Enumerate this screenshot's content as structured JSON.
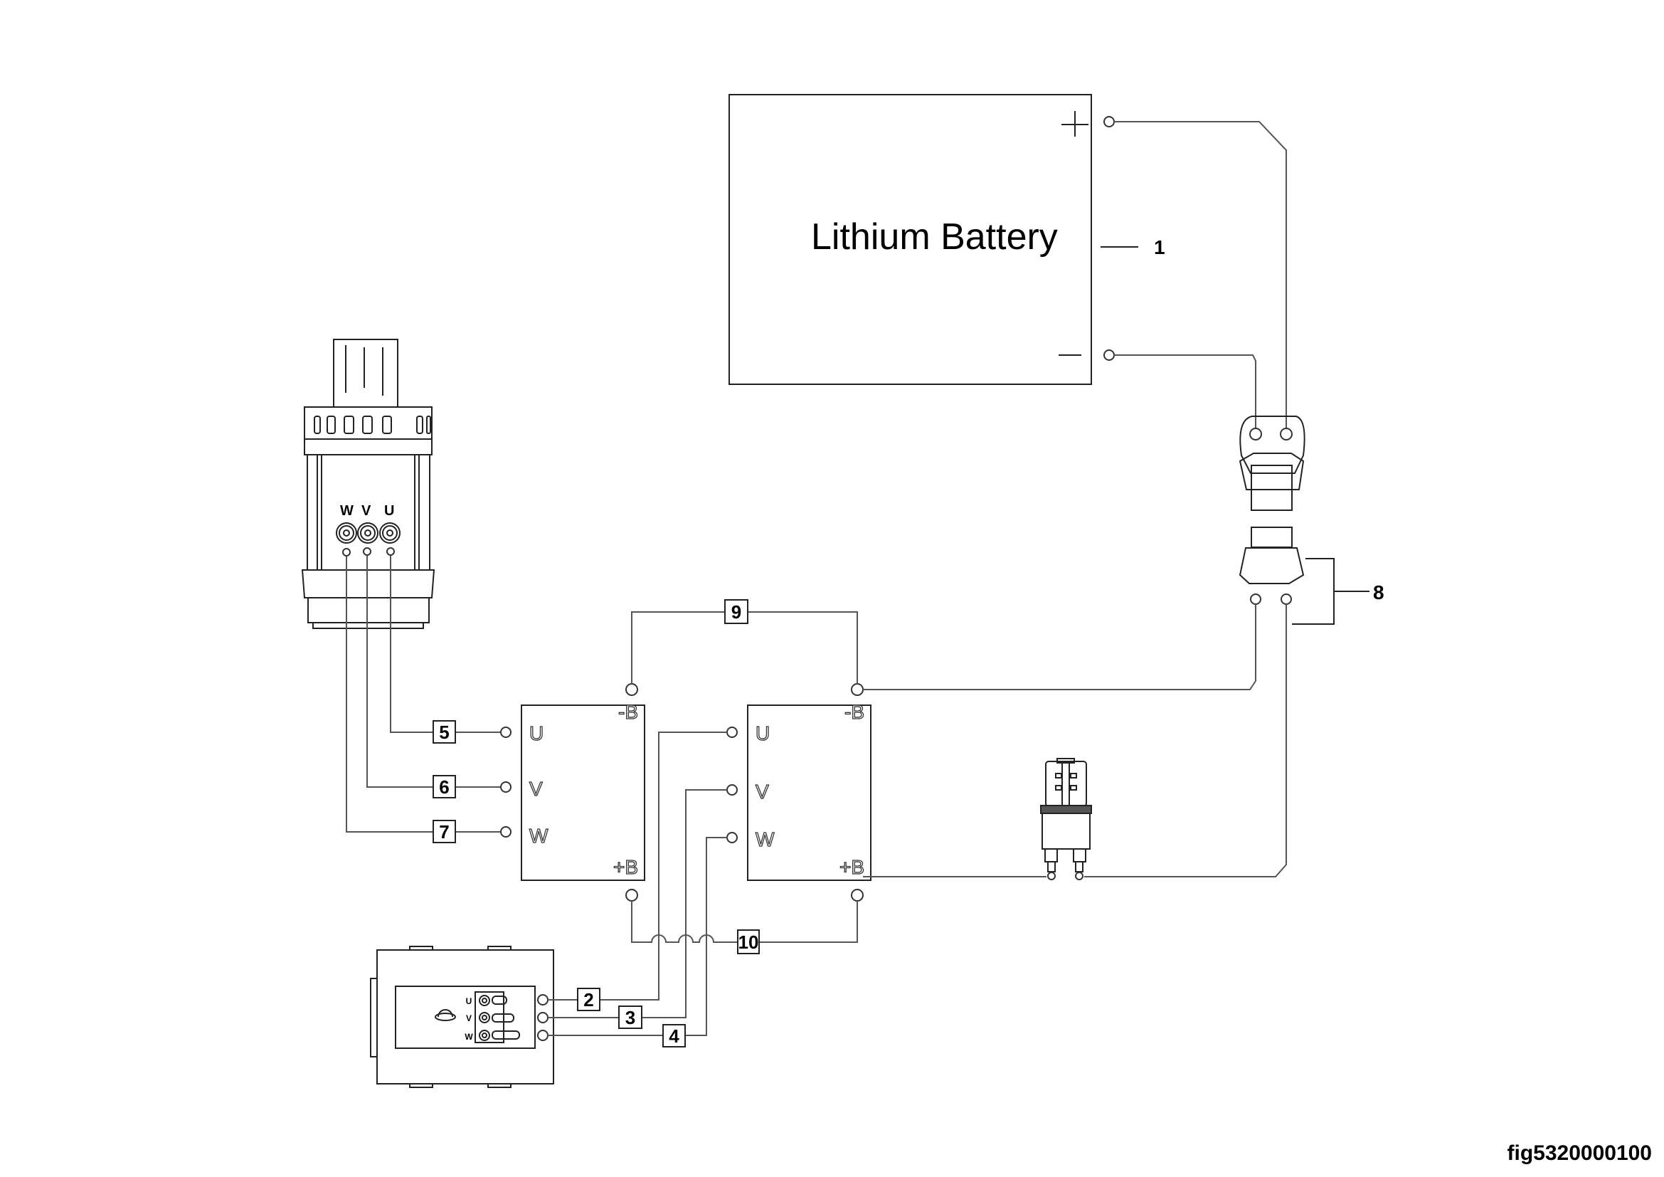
{
  "figure_id": "fig5320000100",
  "battery": {
    "label": "Lithium Battery",
    "plus": "+",
    "minus": "—",
    "callout": "1"
  },
  "connector": {
    "callout": "8"
  },
  "traction_motor": {
    "phases": [
      "W",
      "V",
      "U"
    ]
  },
  "controller_left": {
    "neg": "-B",
    "pos": "+B",
    "phases": [
      "U",
      "V",
      "W"
    ]
  },
  "controller_right": {
    "neg": "-B",
    "pos": "+B",
    "phases": [
      "U",
      "V",
      "W"
    ]
  },
  "pump_motor": {
    "phases": [
      "U",
      "V",
      "W"
    ]
  },
  "wire_labels": {
    "w2": "2",
    "w3": "3",
    "w4": "4",
    "w5": "5",
    "w6": "6",
    "w7": "7",
    "w9": "9",
    "w10": "10"
  }
}
